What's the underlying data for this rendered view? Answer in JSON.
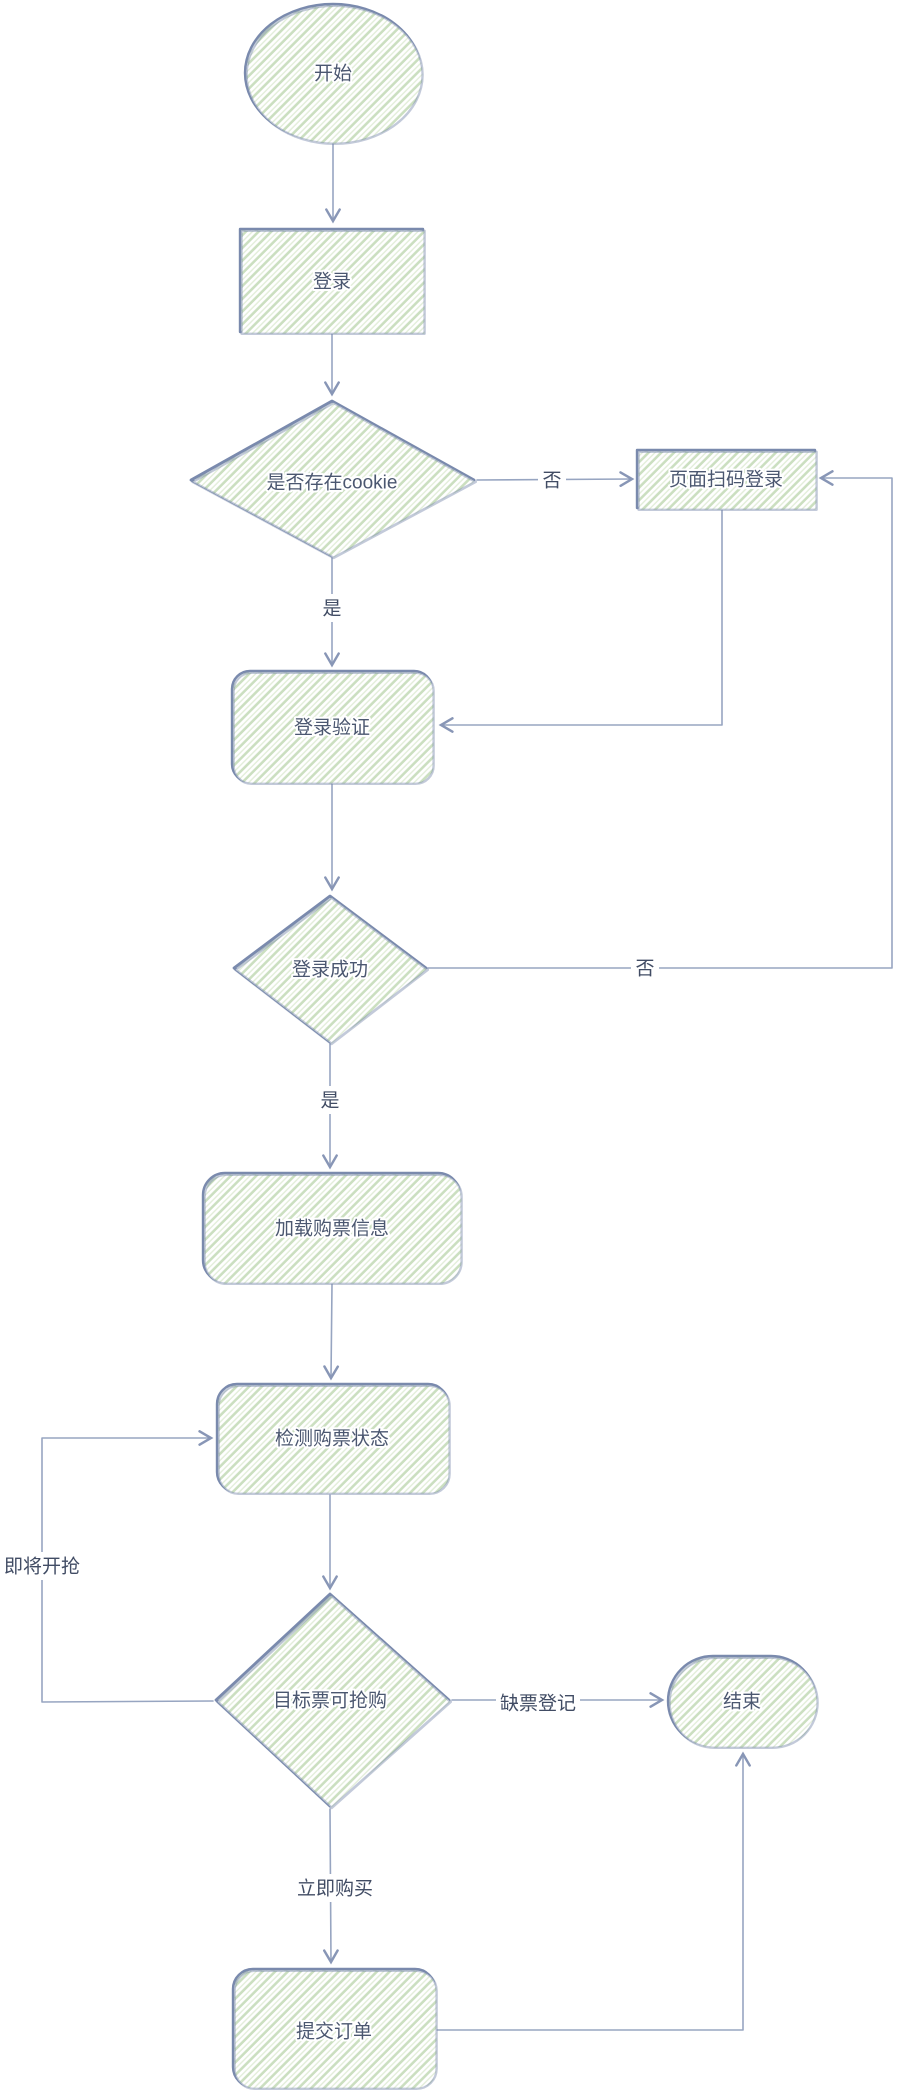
{
  "diagram": {
    "type": "flowchart",
    "style": "hand-drawn",
    "colors": {
      "background": "#ffffff",
      "node_stroke": "#7a8aad",
      "node_hatch_fill": "#cbdfc0",
      "edge_line": "#97a5c1",
      "node_text": "#4b5770",
      "edge_label_text": "#414c64"
    },
    "nodes": [
      {
        "id": "start",
        "type": "ellipse",
        "label": "开始"
      },
      {
        "id": "login",
        "type": "rect",
        "label": "登录"
      },
      {
        "id": "cookie_check",
        "type": "diamond",
        "label": "是否存在cookie"
      },
      {
        "id": "scan_login",
        "type": "rect",
        "label": "页面扫码登录"
      },
      {
        "id": "login_verify",
        "type": "rounded-rect",
        "label": "登录验证"
      },
      {
        "id": "login_success",
        "type": "diamond",
        "label": "登录成功"
      },
      {
        "id": "load_ticket_info",
        "type": "rounded-rect",
        "label": "加载购票信息"
      },
      {
        "id": "detect_ticket_status",
        "type": "rounded-rect",
        "label": "检测购票状态"
      },
      {
        "id": "target_available",
        "type": "diamond",
        "label": "目标票可抢购"
      },
      {
        "id": "end",
        "type": "pill",
        "label": "结束"
      },
      {
        "id": "submit_order",
        "type": "rounded-rect",
        "label": "提交订单"
      }
    ],
    "edges": [
      {
        "from": "start",
        "to": "login",
        "label": ""
      },
      {
        "from": "login",
        "to": "cookie_check",
        "label": ""
      },
      {
        "from": "cookie_check",
        "to": "scan_login",
        "label": "否"
      },
      {
        "from": "scan_login",
        "to": "login_verify",
        "label": ""
      },
      {
        "from": "cookie_check",
        "to": "login_verify",
        "label": "是"
      },
      {
        "from": "login_verify",
        "to": "login_success",
        "label": ""
      },
      {
        "from": "login_success",
        "to": "scan_login",
        "label": "否"
      },
      {
        "from": "login_success",
        "to": "load_ticket_info",
        "label": "是"
      },
      {
        "from": "load_ticket_info",
        "to": "detect_ticket_status",
        "label": ""
      },
      {
        "from": "detect_ticket_status",
        "to": "target_available",
        "label": ""
      },
      {
        "from": "target_available",
        "to": "detect_ticket_status",
        "label": "即将开抢"
      },
      {
        "from": "target_available",
        "to": "end",
        "label": "缺票登记"
      },
      {
        "from": "target_available",
        "to": "submit_order",
        "label": "立即购买"
      },
      {
        "from": "submit_order",
        "to": "end",
        "label": ""
      }
    ]
  }
}
